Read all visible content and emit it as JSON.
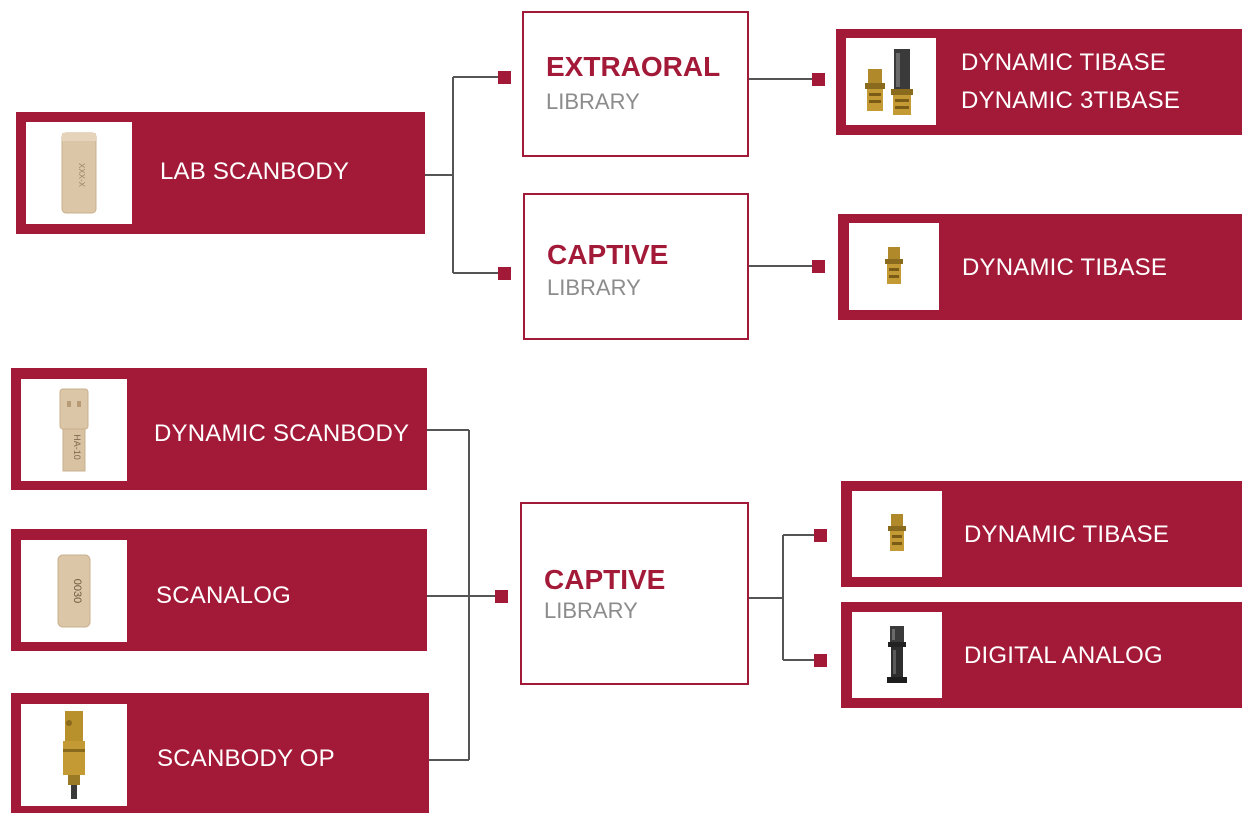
{
  "colors": {
    "brand": "#a31a38",
    "line": "#555555",
    "subtitle": "#8c8c8c"
  },
  "top": {
    "source": {
      "label": "LAB SCANBODY",
      "icon": "lab-scanbody-image"
    },
    "libraries": [
      {
        "title": "EXTRAORAL",
        "subtitle": "LIBRARY"
      },
      {
        "title": "CAPTIVE",
        "subtitle": "LIBRARY"
      }
    ],
    "outputs": [
      {
        "lines": [
          "DYNAMIC TIBASE",
          "DYNAMIC 3TIBASE"
        ],
        "icon": "tibase-pair-image"
      },
      {
        "lines": [
          "DYNAMIC TIBASE"
        ],
        "icon": "tibase-image"
      }
    ]
  },
  "bottom": {
    "sources": [
      {
        "label": "DYNAMIC SCANBODY",
        "icon": "dynamic-scanbody-image"
      },
      {
        "label": "SCANALOG",
        "icon": "scanalog-image"
      },
      {
        "label": "SCANBODY OP",
        "icon": "scanbody-op-image"
      }
    ],
    "library": {
      "title": "CAPTIVE",
      "subtitle": "LIBRARY"
    },
    "outputs": [
      {
        "label": "DYNAMIC TIBASE",
        "icon": "tibase-image"
      },
      {
        "label": "DIGITAL ANALOG",
        "icon": "digital-analog-image"
      }
    ]
  }
}
